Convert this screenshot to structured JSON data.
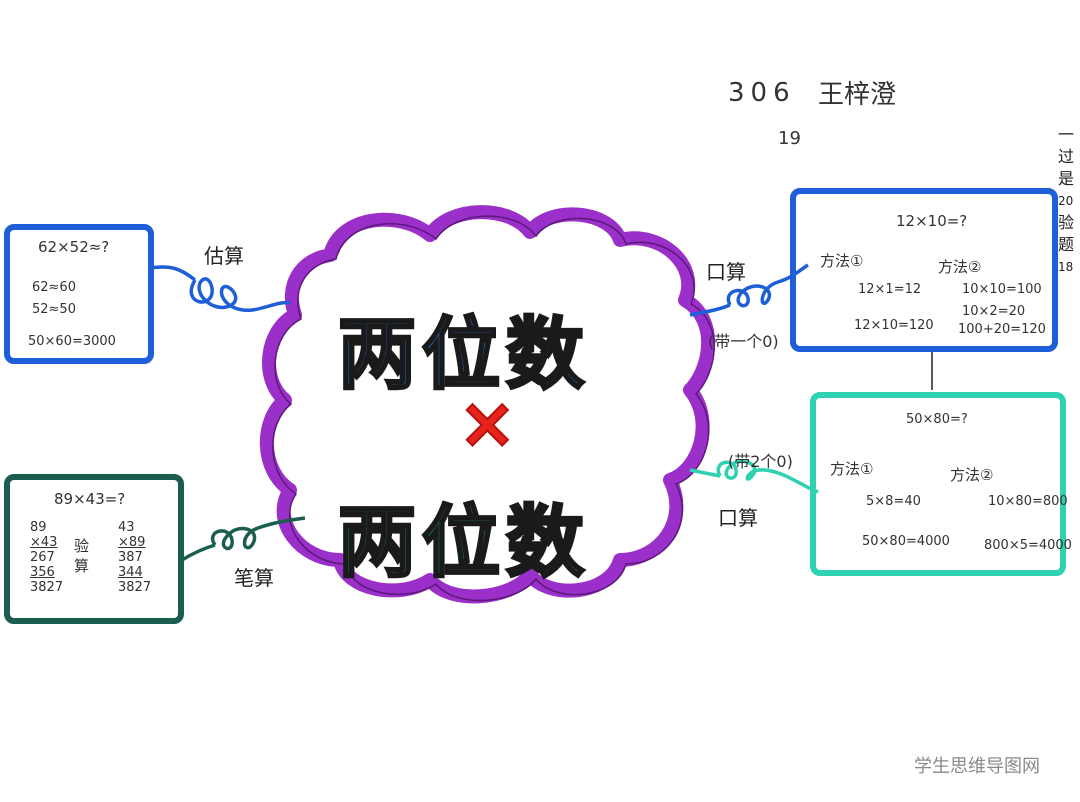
{
  "header": {
    "class_no": "306",
    "name": "王梓澄",
    "number": "19"
  },
  "center": {
    "top_text": "两位数",
    "operator": "×",
    "bottom_text": "两位数",
    "colors": {
      "cloud": "#9b2fc9",
      "top": "#2a7be0",
      "bottom": "#1f8a6e",
      "operator": "#e8231c"
    }
  },
  "estimate": {
    "label": "估算",
    "question": "62×52≈?",
    "lines": [
      "62≈60",
      "52≈50",
      "50×60=3000"
    ],
    "color": "#1e5fd8"
  },
  "mental_one_zero": {
    "label": "口算",
    "note": "(带一个0)",
    "question": "12×10=?",
    "method1_title": "方法①",
    "method2_title": "方法②",
    "method1_lines": [
      "12×1=12",
      "12×10=120"
    ],
    "method2_lines": [
      "10×10=100",
      "10×2=20",
      "100+20=120"
    ],
    "color": "#1e5fd8"
  },
  "mental_two_zero": {
    "label": "口算",
    "note": "(带2个0)",
    "question": "50×80=?",
    "method1_title": "方法①",
    "method2_title": "方法②",
    "method1_lines": [
      "5×8=40",
      "50×80=4000"
    ],
    "method2_lines": [
      "10×80=800",
      "800×5=4000"
    ],
    "color": "#2fd1b0"
  },
  "written": {
    "label": "笔算",
    "question": "89×43=?",
    "verify_label": "验算",
    "calc1": [
      "89",
      "×43",
      "267",
      "356",
      "3827"
    ],
    "calc2": [
      "43",
      "×89",
      "387",
      "344",
      "3827"
    ],
    "color": "#1b5e4f"
  },
  "side_strip": [
    "一",
    "过",
    "是",
    "20",
    "验",
    "题",
    "18"
  ],
  "watermark": "学生思维导图网"
}
